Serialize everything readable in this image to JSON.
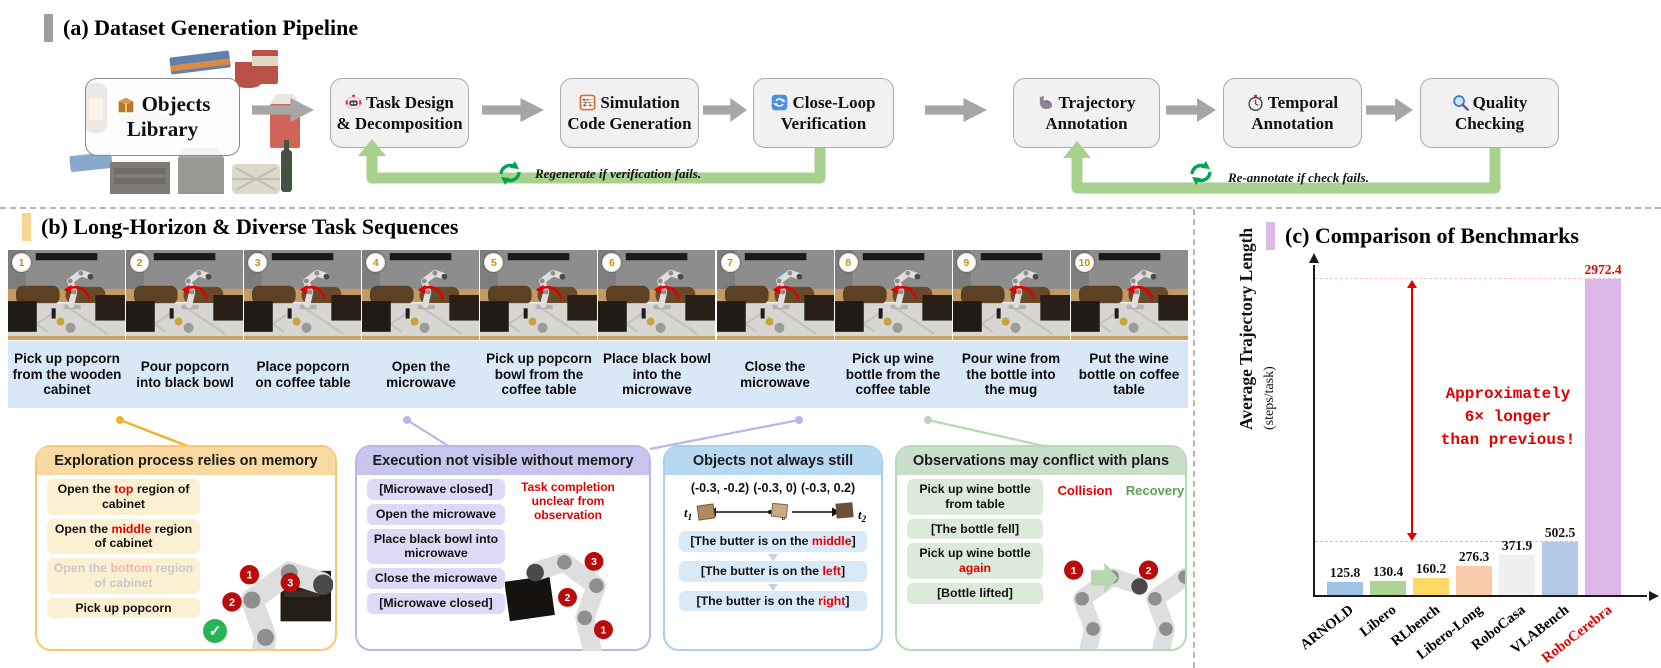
{
  "section_a": {
    "title": "(a) Dataset Generation Pipeline",
    "objects_library": {
      "icon": "package-icon",
      "line1": "Objects",
      "line2": "Library"
    },
    "steps": [
      {
        "icon": "robot-icon",
        "line1": "Task Design",
        "line2": "& Decomposition"
      },
      {
        "icon": "abacus-icon",
        "line1": "Simulation",
        "line2": "Code Generation"
      },
      {
        "icon": "loop-icon",
        "line1": "Close-Loop",
        "line2": "Verification"
      },
      {
        "icon": "muscle-icon",
        "line1": "Trajectory",
        "line2": "Annotation"
      },
      {
        "icon": "stopwatch-icon",
        "line1": "Temporal",
        "line2": "Annotation"
      },
      {
        "icon": "magnifier-icon",
        "line1": "Quality",
        "line2": "Checking"
      }
    ],
    "loop1_text": "Regenerate if verification fails.",
    "loop2_text": "Re-annotate if check fails."
  },
  "section_b": {
    "title": "(b) Long-Horizon & Diverse Task Sequences",
    "frames": [
      {
        "num": "1",
        "caption": "Pick up popcorn from the wooden cabinet"
      },
      {
        "num": "2",
        "caption": "Pour popcorn into black bowl"
      },
      {
        "num": "3",
        "caption": "Place popcorn on coffee table"
      },
      {
        "num": "4",
        "caption": "Open the microwave"
      },
      {
        "num": "5",
        "caption": "Pick up popcorn bowl from the coffee table"
      },
      {
        "num": "6",
        "caption": "Place black bowl into the microwave"
      },
      {
        "num": "7",
        "caption": "Close the microwave"
      },
      {
        "num": "8",
        "caption": "Pick up wine bottle from the coffee table"
      },
      {
        "num": "9",
        "caption": "Pour wine from the bottle into the mug"
      },
      {
        "num": "10",
        "caption": "Put the wine bottle on coffee table"
      }
    ],
    "panel1": {
      "title": "Exploration process relies on memory",
      "items": [
        {
          "pre": "Open the ",
          "hl": "top",
          "post": " region of cabinet"
        },
        {
          "pre": "Open the ",
          "hl": "middle",
          "post": " region of cabinet"
        },
        {
          "pre": "Open the ",
          "hl": "bottom",
          "post": " region of cabinet"
        },
        {
          "pre": "Pick up popcorn",
          "hl": "",
          "post": ""
        }
      ],
      "badges": [
        "1",
        "2",
        "3"
      ],
      "check_icon": "check-icon"
    },
    "panel2": {
      "title": "Execution not visible without memory",
      "note": "Task completion unclear from observation",
      "items": [
        "[Microwave closed]",
        "Open the microwave",
        "Place black bowl into microwave",
        "Close the microwave",
        "[Microwave closed]"
      ],
      "badges": [
        "3",
        "2",
        "1"
      ]
    },
    "panel3": {
      "title": "Objects not always still",
      "coords": [
        "(-0.3, -0.2)",
        "(-0.3, 0)",
        "(-0.3, 0.2)"
      ],
      "times": [
        {
          "base": "t",
          "sub": "1"
        },
        {
          "base": "t",
          "sub": "0"
        },
        {
          "base": "t",
          "sub": "2"
        }
      ],
      "items": [
        {
          "pre": "[The butter is on the ",
          "hl": "middle",
          "post": "]"
        },
        {
          "pre": "[The butter is on the ",
          "hl": "left",
          "post": "]"
        },
        {
          "pre": "[The butter is on the ",
          "hl": "right",
          "post": "]"
        }
      ]
    },
    "panel4": {
      "title": "Observations may conflict with plans",
      "collision_label": "Collision",
      "recovery_label": "Recovery",
      "items": [
        {
          "pre": "Pick up wine bottle from table",
          "hl": "",
          "post": ""
        },
        {
          "pre": "[The bottle fell]",
          "hl": "",
          "post": ""
        },
        {
          "pre": "Pick up wine bottle ",
          "hl": "again",
          "post": ""
        },
        {
          "pre": "[Bottle lifted]",
          "hl": "",
          "post": ""
        }
      ],
      "badges": [
        "1",
        "2"
      ]
    }
  },
  "section_c": {
    "title": "(c) Comparison of Benchmarks",
    "annotation_lines": [
      "Approximately",
      "6× longer",
      "than previous!"
    ]
  },
  "chart_data": {
    "type": "bar",
    "title": "(c) Comparison of Benchmarks",
    "categories": [
      "ARNOLD",
      "Libero",
      "RLbench",
      "Libero-Long",
      "RoboCasa",
      "VLABench",
      "RoboCerebra"
    ],
    "values": [
      125.8,
      130.4,
      160.2,
      276.3,
      371.9,
      502.5,
      2972.4
    ],
    "bar_colors": [
      "#9dc3e6",
      "#aed495",
      "#ffd966",
      "#f8cbad",
      "#efefef",
      "#b4c7e7",
      "#dcb8ea"
    ],
    "highlight_category": "RoboCerebra",
    "highlight_color": "#e30000",
    "xlabel": "",
    "ylabel": "Average Trajectory Length",
    "ylabel_sub": "(steps/task)",
    "ylim": [
      0,
      3100
    ],
    "grid": false,
    "legend": false,
    "annotation": "Approximately 6× longer than previous!"
  }
}
